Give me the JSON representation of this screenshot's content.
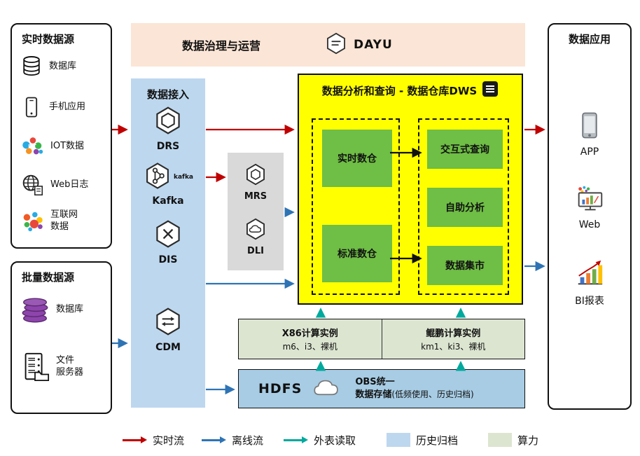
{
  "colors": {
    "realtime_flow": "#C00000",
    "offline_flow": "#2E74B5",
    "external_read": "#00A99D",
    "history_archive": "#BDD7EE",
    "compute_power": "#DCE5D0",
    "dws_background": "#FFFF00",
    "module_green": "#6FBE45",
    "ingestion_background": "#BDD7EE",
    "governance_background": "#FBE5D6",
    "processing_background": "#D9D9D9",
    "storage_background": "#A7CCE4"
  },
  "governance": {
    "title": "数据治理与运营",
    "product": "DAYU"
  },
  "realtime_sources": {
    "title": "实时数据源",
    "items": [
      {
        "label": "数据库"
      },
      {
        "label": "手机应用"
      },
      {
        "label": "IOT数据"
      },
      {
        "label": "Web日志"
      },
      {
        "label": "互联网\n数据"
      }
    ]
  },
  "batch_sources": {
    "title": "批量数据源",
    "items": [
      {
        "label": "数据库"
      },
      {
        "label": "文件\n服务器"
      }
    ]
  },
  "ingestion": {
    "title": "数据接入",
    "services": [
      {
        "name": "DRS"
      },
      {
        "name": "Kafka",
        "logo": "kafka"
      },
      {
        "name": "DIS"
      },
      {
        "name": "CDM"
      }
    ]
  },
  "processing": {
    "services": [
      {
        "name": "MRS"
      },
      {
        "name": "DLI"
      }
    ]
  },
  "dws": {
    "title": "数据分析和查询 - 数据仓库DWS",
    "left_modules": [
      "实时数仓",
      "标准数仓"
    ],
    "right_modules": [
      "交互式查询",
      "自助分析",
      "数据集市"
    ]
  },
  "compute": {
    "x86": {
      "title": "X86计算实例",
      "subtitle": "m6、i3、裸机"
    },
    "kunpeng": {
      "title": "鲲鹏计算实例",
      "subtitle": "km1、ki3、裸机"
    }
  },
  "storage": {
    "hdfs": "HDFS",
    "obs_line1": "OBS统一",
    "obs_line2": "数据存储",
    "obs_note": "(低频使用、历史归档)"
  },
  "applications": {
    "title": "数据应用",
    "items": [
      {
        "label": "APP"
      },
      {
        "label": "Web"
      },
      {
        "label": "BI报表"
      }
    ]
  },
  "legend": {
    "items": [
      {
        "label": "实时流",
        "type": "arrow",
        "color": "#C00000"
      },
      {
        "label": "离线流",
        "type": "arrow",
        "color": "#2E74B5"
      },
      {
        "label": "外表读取",
        "type": "arrow",
        "color": "#00A99D"
      },
      {
        "label": "历史归档",
        "type": "swatch",
        "color": "#BDD7EE"
      },
      {
        "label": "算力",
        "type": "swatch",
        "color": "#DCE5D0"
      }
    ]
  }
}
